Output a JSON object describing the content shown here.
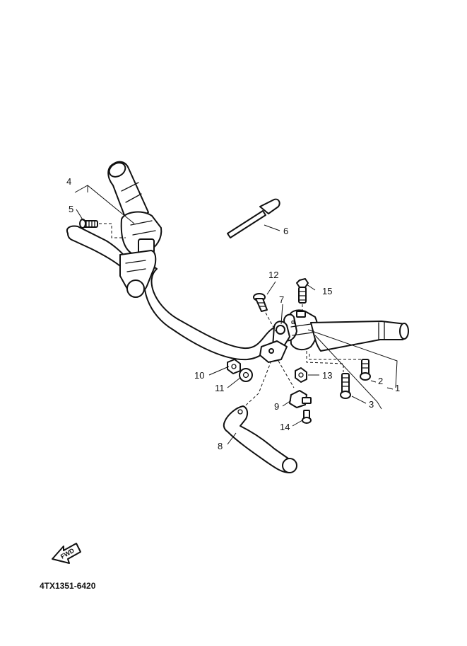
{
  "callouts": [
    "1",
    "2",
    "3",
    "4",
    "5",
    "6",
    "7",
    "8",
    "9",
    "10",
    "11",
    "12",
    "13",
    "14",
    "15"
  ],
  "fwd_label": "FWD",
  "drawing_code": "4TX1351-6420"
}
